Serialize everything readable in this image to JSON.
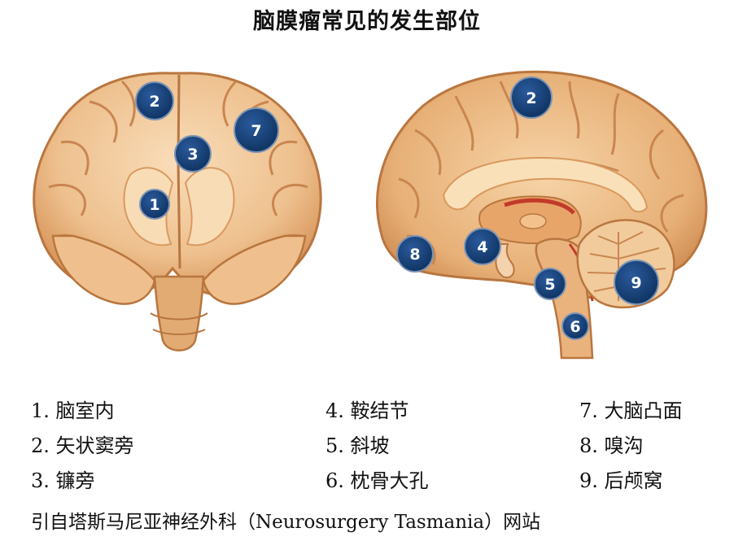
{
  "title": "脑膜瘤常见的发生部位",
  "colors": {
    "marker_fill": "#13407c",
    "marker_stroke": "#7b93b5",
    "brain_light": "#f6cfa3",
    "brain_mid": "#dfa06a",
    "brain_dark": "#b9763f"
  },
  "markers": {
    "m1": "1",
    "m2": "2",
    "m3": "3",
    "m4": "4",
    "m5": "5",
    "m6": "6",
    "m7": "7",
    "m8": "8",
    "m9": "9"
  },
  "legend": [
    "1. 脑室内",
    "4. 鞍结节",
    "7. 大脑凸面",
    "2. 矢状窦旁",
    "5. 斜坡",
    "8. 嗅沟",
    "3. 镰旁",
    "6. 枕骨大孔",
    "9. 后颅窝"
  ],
  "source": "引自塔斯马尼亚神经外科（Neurosurgery Tasmania）网站"
}
